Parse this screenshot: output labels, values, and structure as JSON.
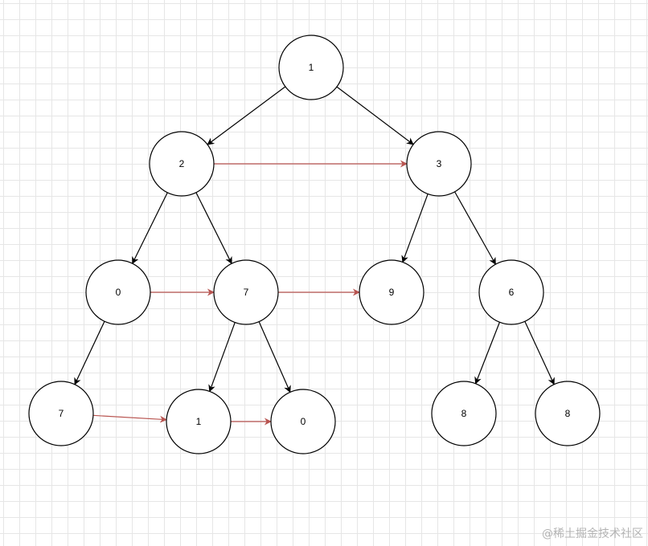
{
  "colors": {
    "node_stroke": "#000000",
    "child_edge": "#000000",
    "next_edge": "#b85450"
  },
  "nodes": [
    {
      "id": "n1",
      "label": "1"
    },
    {
      "id": "n2",
      "label": "2"
    },
    {
      "id": "n3",
      "label": "3"
    },
    {
      "id": "n0a",
      "label": "0"
    },
    {
      "id": "n7a",
      "label": "7"
    },
    {
      "id": "n9",
      "label": "9"
    },
    {
      "id": "n6",
      "label": "6"
    },
    {
      "id": "n7b",
      "label": "7"
    },
    {
      "id": "n1b",
      "label": "1"
    },
    {
      "id": "n0b",
      "label": "0"
    },
    {
      "id": "n8a",
      "label": "8"
    },
    {
      "id": "n8b",
      "label": "8"
    }
  ],
  "child_edges": [
    {
      "from": "n1",
      "to": "n2"
    },
    {
      "from": "n1",
      "to": "n3"
    },
    {
      "from": "n2",
      "to": "n0a"
    },
    {
      "from": "n2",
      "to": "n7a"
    },
    {
      "from": "n3",
      "to": "n9"
    },
    {
      "from": "n3",
      "to": "n6"
    },
    {
      "from": "n0a",
      "to": "n7b"
    },
    {
      "from": "n7a",
      "to": "n1b"
    },
    {
      "from": "n7a",
      "to": "n0b"
    },
    {
      "from": "n6",
      "to": "n8a"
    },
    {
      "from": "n6",
      "to": "n8b"
    }
  ],
  "next_edges": [
    {
      "from": "n2",
      "to": "n3"
    },
    {
      "from": "n0a",
      "to": "n7a"
    },
    {
      "from": "n7a",
      "to": "n9"
    },
    {
      "from": "n7b",
      "to": "n1b"
    },
    {
      "from": "n1b",
      "to": "n0b"
    }
  ],
  "watermark": "@稀土掘金技术社区"
}
